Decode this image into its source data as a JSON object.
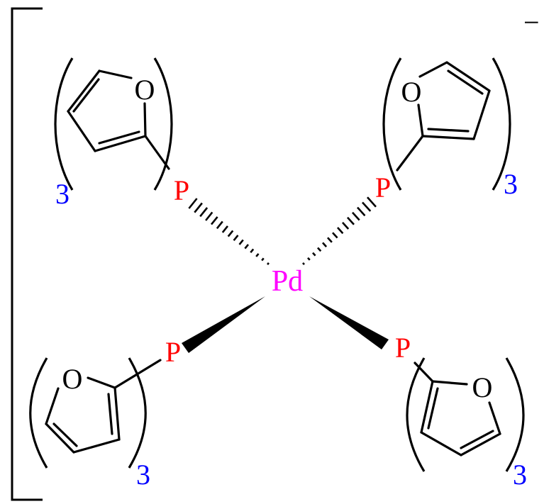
{
  "molecule": {
    "metal": {
      "symbol": "Pd",
      "color": "#ff00ff"
    },
    "charge": "−",
    "ligand_atoms": {
      "phosphorus": {
        "symbol": "P",
        "color": "#ff0000"
      },
      "oxygen": {
        "symbol": "O",
        "color": "#000000"
      }
    },
    "subscript": {
      "text": "3",
      "color": "#0000ff"
    },
    "ligands": [
      {
        "position": "top-left",
        "bond_style": "hashed"
      },
      {
        "position": "top-right",
        "bond_style": "hashed"
      },
      {
        "position": "bottom-left",
        "bond_style": "wedge"
      },
      {
        "position": "bottom-right",
        "bond_style": "wedge"
      }
    ]
  }
}
